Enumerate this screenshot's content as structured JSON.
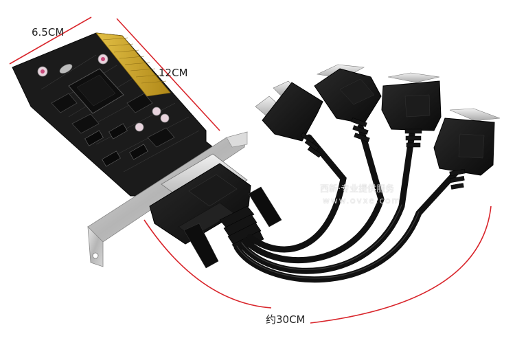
{
  "labels": {
    "width": "6.5CM",
    "length": "12CM",
    "cable": "约30CM"
  },
  "watermark": {
    "line1": "西新·专业提供服务",
    "line2": "www.ovxe.com"
  },
  "colors": {
    "dimension_line": "#d9262c",
    "pcb": "#1b1b1b",
    "gold_finger": "#c9a227",
    "bracket": "#c4c4c4",
    "cable": "#111111"
  }
}
